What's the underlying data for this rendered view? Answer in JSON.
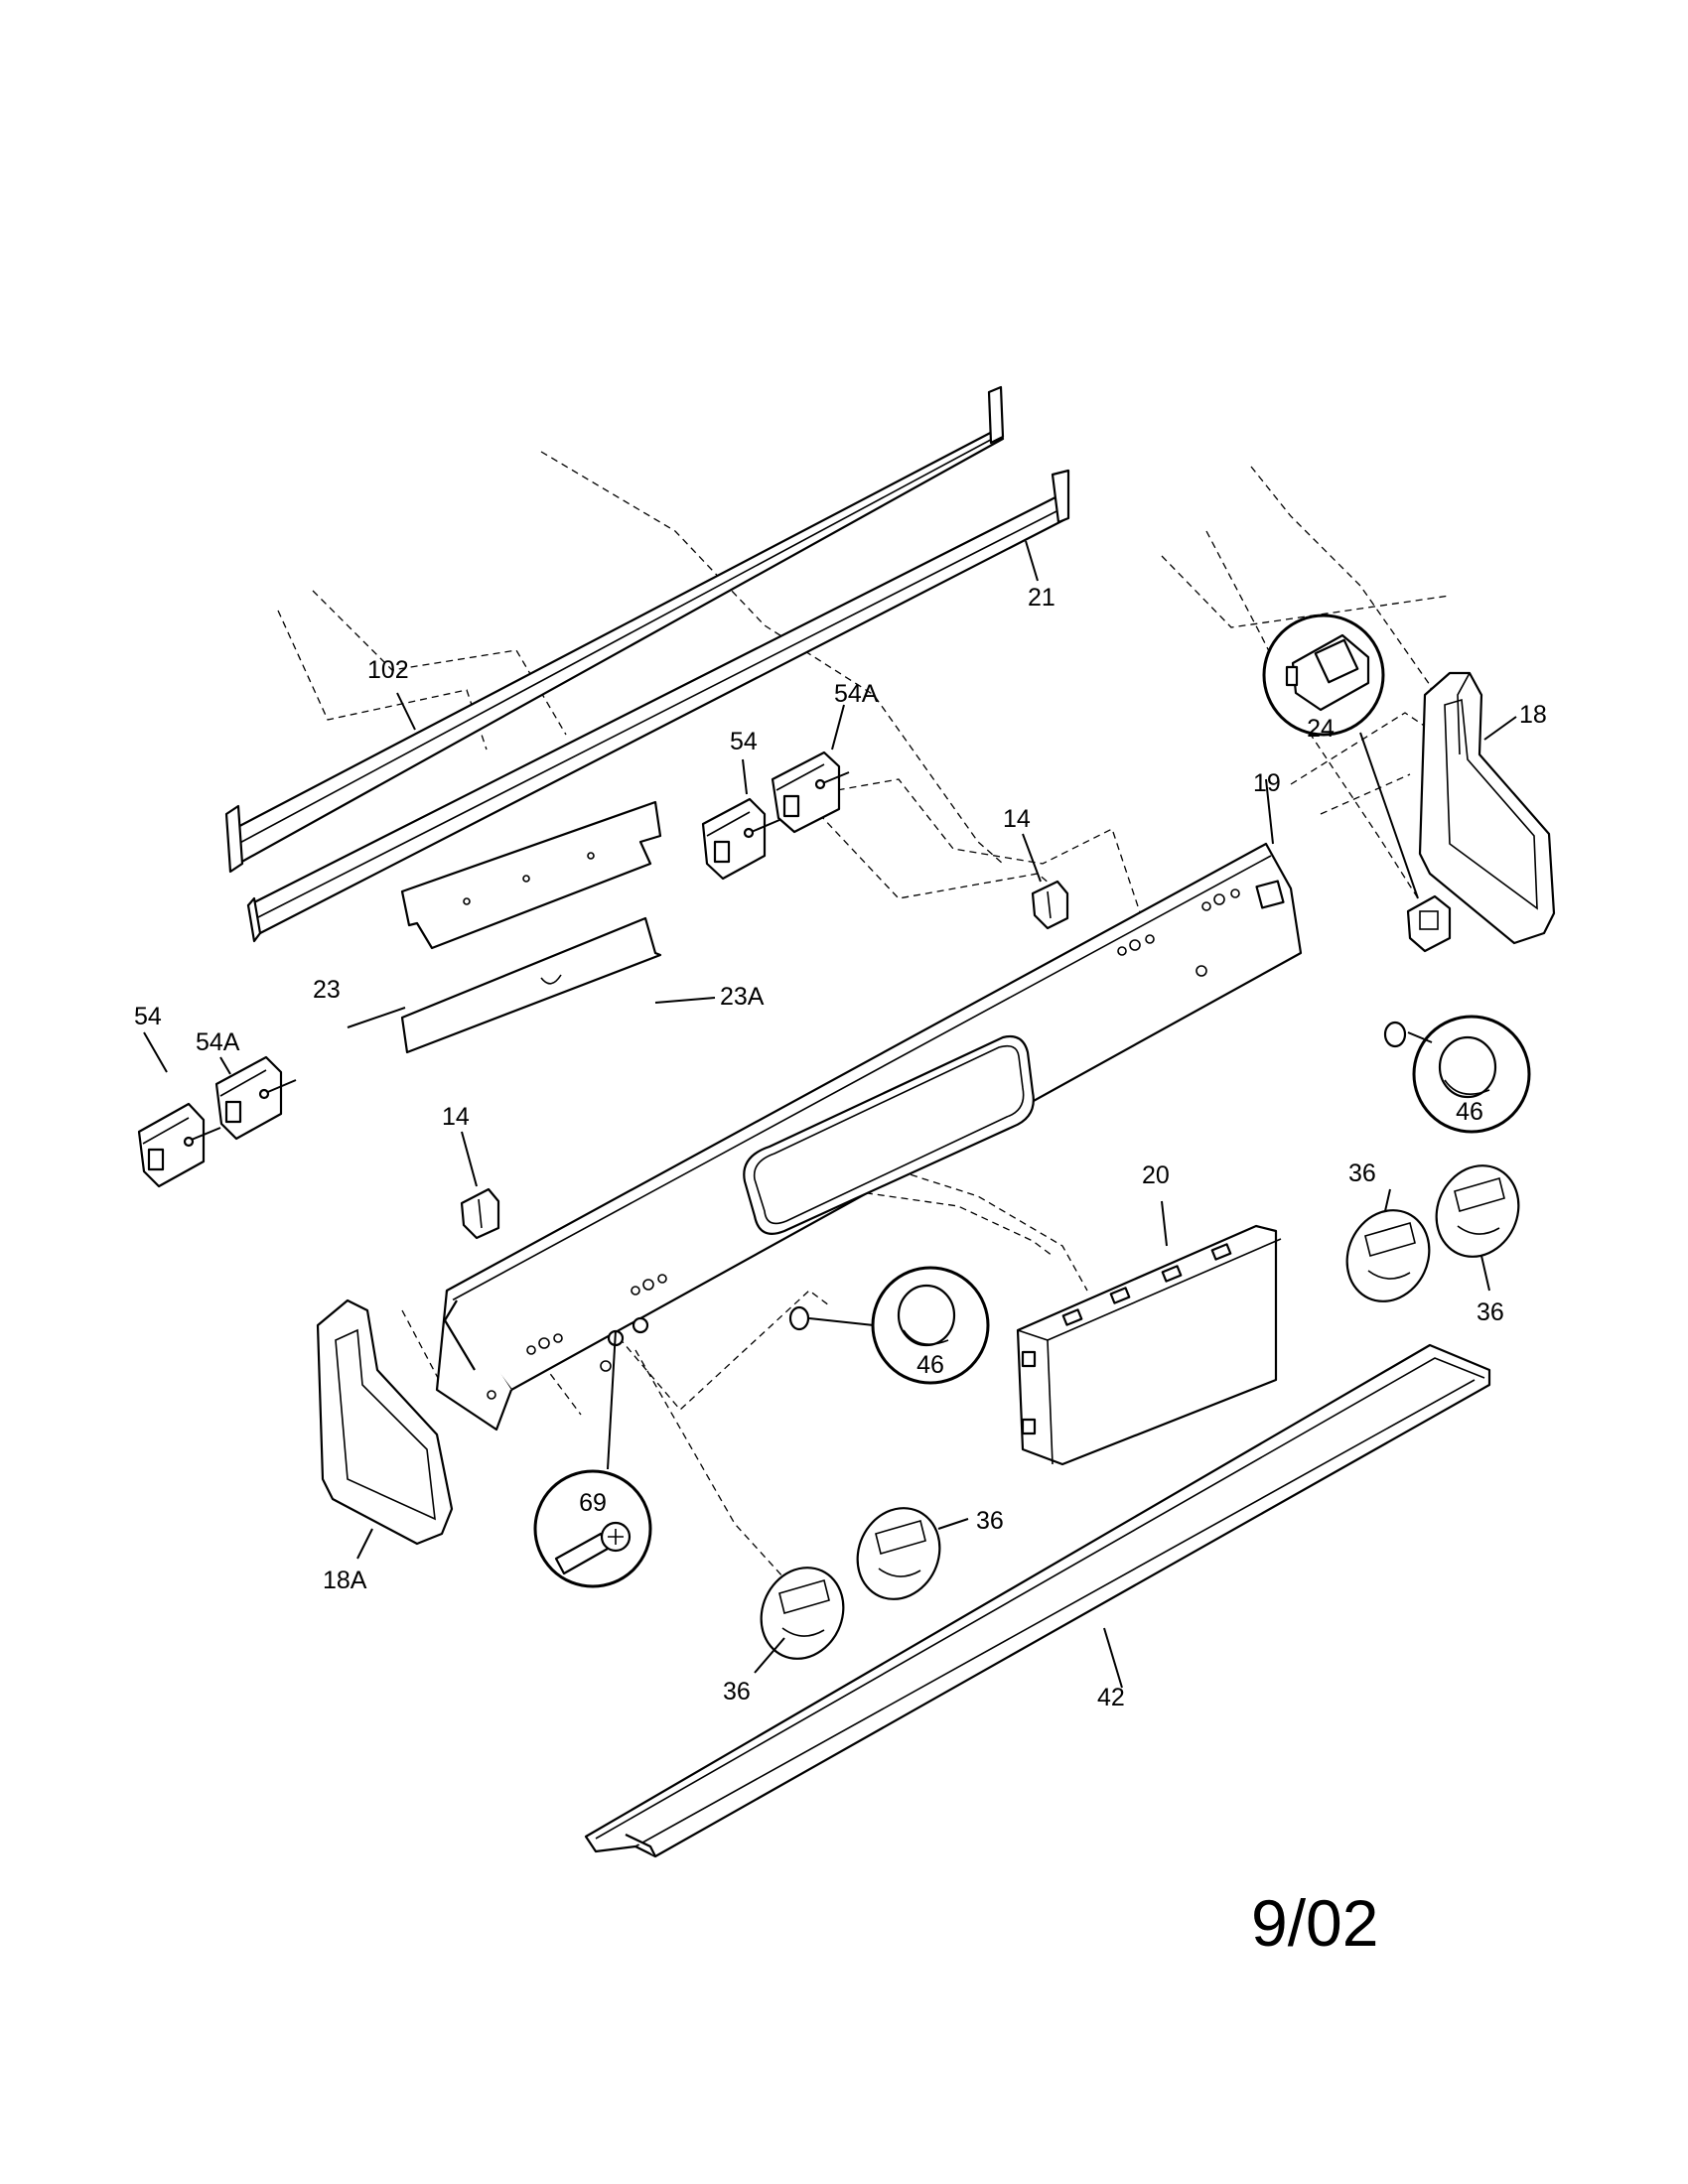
{
  "callouts": {
    "p102": "102",
    "p21": "21",
    "p24": "24",
    "p18": "18",
    "p19": "19",
    "p54_top": "54",
    "p54A_top": "54A",
    "p14_top": "14",
    "p23": "23",
    "p23A": "23A",
    "p54A_left": "54A",
    "p54_left": "54",
    "p14_left": "14",
    "p46_right": "46",
    "p20": "20",
    "p36_a": "36",
    "p36_b": "36",
    "p46_mid": "46",
    "p69": "69",
    "p36_c": "36",
    "p36_d": "36",
    "p18A": "18A",
    "p42": "42"
  },
  "revision_date": "9/02"
}
